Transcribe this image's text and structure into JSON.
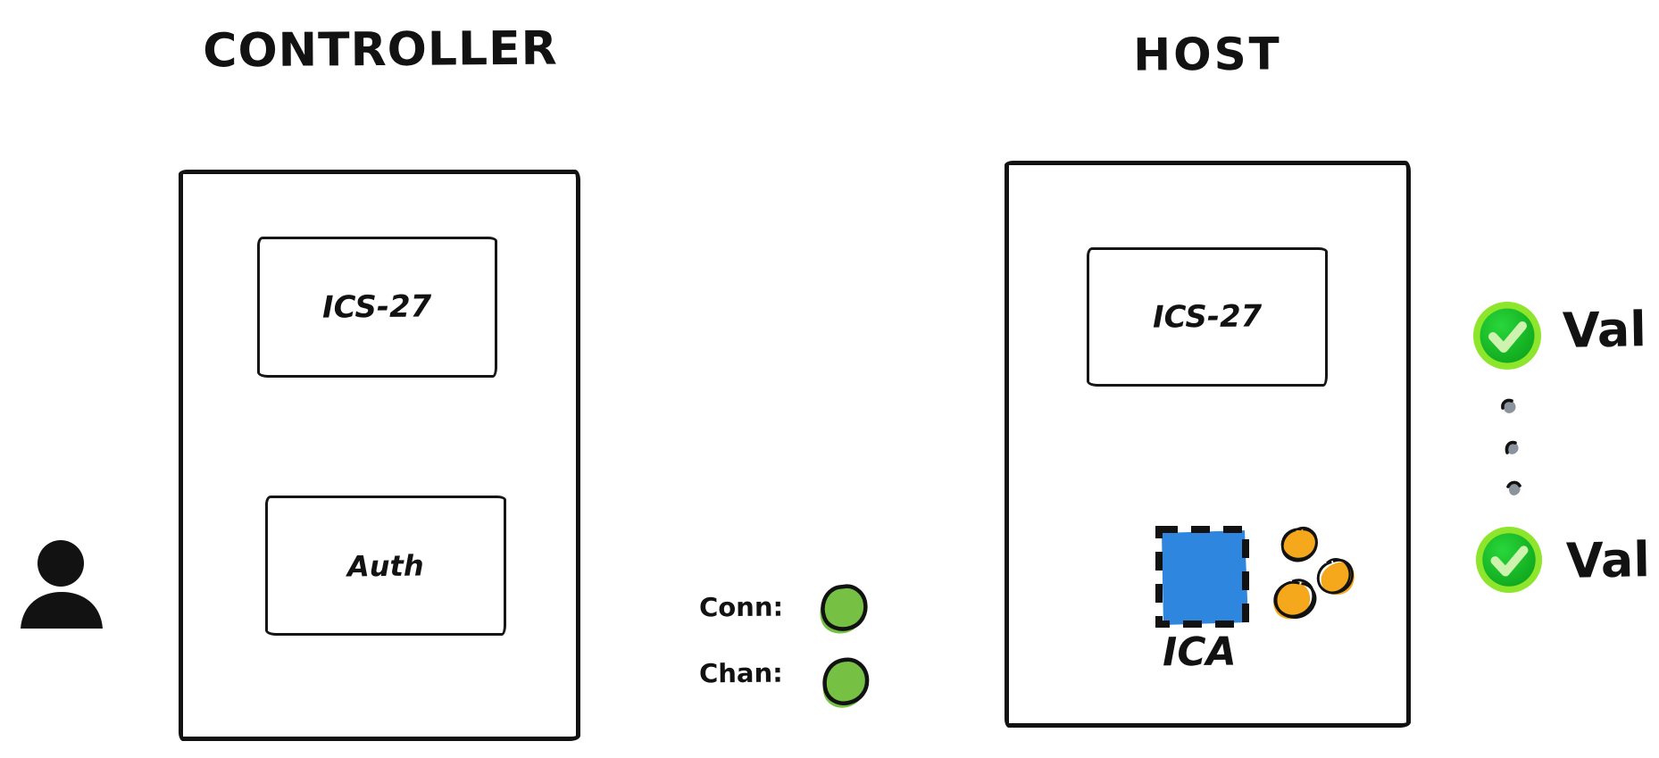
{
  "diagram": {
    "controller": {
      "title": "CONTROLLER",
      "modules": [
        {
          "label": "ICS-27"
        },
        {
          "label": "Auth"
        }
      ]
    },
    "host": {
      "title": "HOST",
      "modules": [
        {
          "label": "ICS-27"
        }
      ],
      "ica_label": "ICA",
      "token_count": 3
    },
    "status": {
      "rows": [
        {
          "label": "Conn:",
          "state": "green"
        },
        {
          "label": "Chan:",
          "state": "green"
        }
      ]
    },
    "validators": {
      "items": [
        {
          "label": "Val",
          "state": "checked"
        },
        {
          "label": "Val",
          "state": "checked"
        }
      ],
      "ellipsis_dot_count": 3
    }
  },
  "icons": {
    "user": "user-silhouette-icon",
    "status_dot": "green-status-dot-icon",
    "check": "green-check-badge-icon",
    "tokens": "orange-token-scribbles-icon",
    "ellipsis": "vertical-ellipsis-dots-icon"
  },
  "colors": {
    "ink": "#121212",
    "status_green": "#76c043",
    "check_ring": "#8de52c",
    "check_fill_light": "#29d63a",
    "check_fill_dark": "#0ea51c",
    "check_mark": "#cdf3ae",
    "ica_blue": "#2e86de",
    "token_orange": "#f5a81c",
    "dot_gray": "#8b949e"
  }
}
